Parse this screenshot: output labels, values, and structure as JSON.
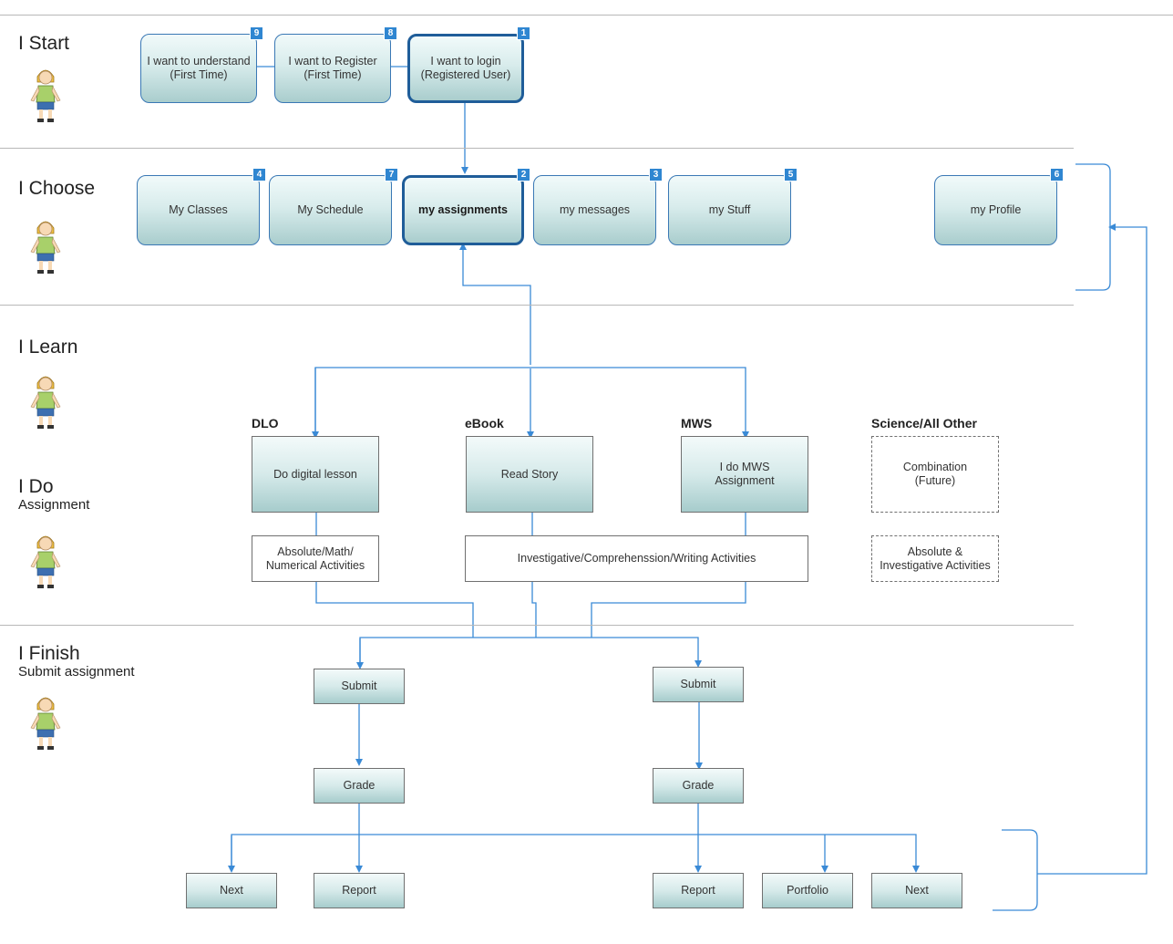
{
  "lanes": {
    "start": {
      "title": "I Start",
      "subtitle": ""
    },
    "choose": {
      "title": "I Choose",
      "subtitle": ""
    },
    "learn": {
      "title": "I Learn",
      "subtitle": ""
    },
    "do": {
      "title": "I Do",
      "subtitle": "Assignment"
    },
    "finish": {
      "title": "I Finish",
      "subtitle": "Submit assignment"
    }
  },
  "start_nodes": [
    {
      "label": "I want to understand\n(First Time)",
      "badge": "9"
    },
    {
      "label": "I want to Register\n(First Time)",
      "badge": "8"
    },
    {
      "label": "I want to login\n(Registered User)",
      "badge": "1"
    }
  ],
  "choose_nodes": [
    {
      "label": "My Classes",
      "badge": "4"
    },
    {
      "label": "My Schedule",
      "badge": "7"
    },
    {
      "label": "my assignments",
      "badge": "2"
    },
    {
      "label": "my messages",
      "badge": "3"
    },
    {
      "label": "my Stuff",
      "badge": "5"
    },
    {
      "label": "my Profile",
      "badge": "6"
    }
  ],
  "categories": {
    "dlo": "DLO",
    "ebook": "eBook",
    "mws": "MWS",
    "science": "Science/All Other"
  },
  "do_nodes": {
    "dlo": "Do digital lesson",
    "ebook": "Read Story",
    "mws": "I do MWS\nAssignment",
    "combination": "Combination\n(Future)"
  },
  "activities": {
    "math": "Absolute/Math/\nNumerical Activities",
    "investigative": "Investigative/Comprehenssion/Writing Activities",
    "absolute_investigative": "Absolute &\nInvestigative Activities"
  },
  "finish_nodes": {
    "submit_left": "Submit",
    "submit_right": "Submit",
    "grade_left": "Grade",
    "grade_right": "Grade",
    "next_left": "Next",
    "report_left": "Report",
    "report_right": "Report",
    "portfolio": "Portfolio",
    "next_right": "Next"
  },
  "colors": {
    "connector": "#3a8ad6",
    "node_border": "#3a78b5",
    "badge": "#2f86d1",
    "node_fill_top": "#f1fafa",
    "node_fill_bottom": "#a9cdcd"
  }
}
